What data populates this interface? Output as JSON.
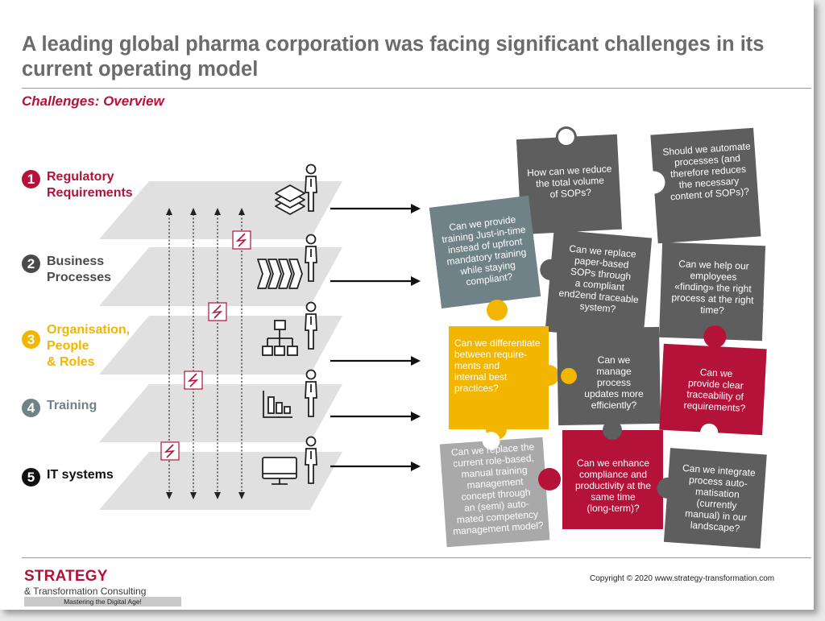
{
  "title": "A leading global pharma corporation was facing significant challenges in its current operating model",
  "subtitle": "Challenges: Overview",
  "layers": [
    {
      "num": "1",
      "line1": "Regulatory",
      "line2": "Requirements",
      "line3": "",
      "color": "#b5123a"
    },
    {
      "num": "2",
      "line1": "Business",
      "line2": "Processes",
      "line3": "",
      "color": "#4a4a4a"
    },
    {
      "num": "3",
      "line1": "Organisation,",
      "line2": "People",
      "line3": "& Roles",
      "color": "#f2b600"
    },
    {
      "num": "4",
      "line1": "Training",
      "line2": "",
      "line3": "",
      "color": "#6f8288"
    },
    {
      "num": "5",
      "line1": "IT systems",
      "line2": "",
      "line3": "",
      "color": "#111111"
    }
  ],
  "puzzle": [
    {
      "lines": [
        "How can we reduce",
        "the total volume",
        "of SOPs?"
      ],
      "color": "#5e5e5e"
    },
    {
      "lines": [
        "Should we automate",
        "processes (and",
        "therefore reduces",
        "the necessary",
        "content of SOPs)?"
      ],
      "color": "#5e5e5e"
    },
    {
      "lines": [
        "Can we provide",
        "training Just-in-time",
        "instead of upfront",
        "mandatory training",
        "while staying",
        "compliant?"
      ],
      "color": "#6f8288"
    },
    {
      "lines": [
        "Can we replace",
        "paper-based",
        "SOPs through",
        "a compliant",
        "end2end traceable",
        "system?"
      ],
      "color": "#5e5e5e"
    },
    {
      "lines": [
        "Can we help our",
        "employees",
        "«finding» the right",
        "process at the right",
        "time?"
      ],
      "color": "#5e5e5e"
    },
    {
      "lines": [
        "Can we differentiate",
        "between require-",
        "ments and",
        "internal best",
        "practices?"
      ],
      "color": "#f2b600"
    },
    {
      "lines": [
        "Can we",
        "manage",
        "process",
        "updates more",
        "efficiently?"
      ],
      "color": "#5e5e5e"
    },
    {
      "lines": [
        "Can we",
        "provide clear",
        "traceability of",
        "requirements?"
      ],
      "color": "#b5123a"
    },
    {
      "lines": [
        "Can we replace the",
        "current role-based,",
        "manual training",
        "management",
        "concept through",
        "an (semi) auto-",
        "mated competency",
        "management model?"
      ],
      "color": "#a9a9a9"
    },
    {
      "lines": [
        "Can we enhance",
        "compliance and",
        "productivity at the",
        "same time",
        "(long-term)?"
      ],
      "color": "#b5123a"
    },
    {
      "lines": [
        "Can we integrate",
        "process auto-",
        "matisation",
        "(currently",
        "manual) in our",
        "landscape?"
      ],
      "color": "#5e5e5e"
    }
  ],
  "icons": [
    "layers-icon",
    "process-chevrons-icon",
    "org-chart-icon",
    "training-chart-icon",
    "monitor-icon",
    "person-icon",
    "lightning-icon"
  ],
  "footer": {
    "logo_title": "STRATEGY",
    "logo_sub": "& Transformation Consulting",
    "logo_tag": "Mastering the Digital Age!",
    "copyright": "Copyright © 2020 www.strategy-transformation.com"
  }
}
